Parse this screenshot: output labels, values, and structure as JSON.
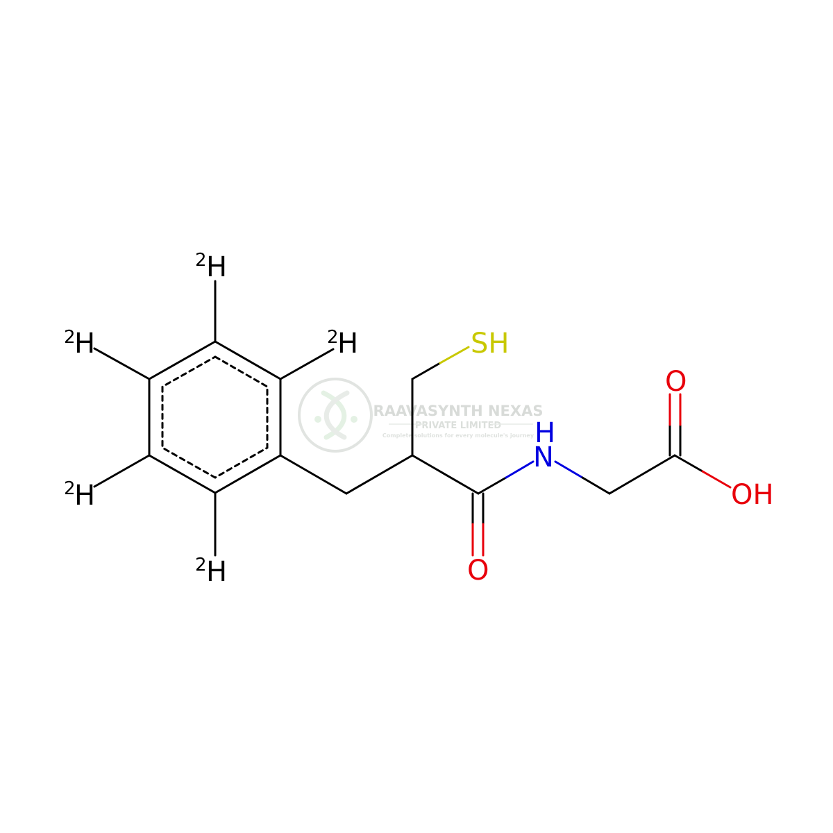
{
  "molecule": {
    "colors": {
      "bond": "#000000",
      "oxygen": "#e8000b",
      "nitrogen": "#0000e0",
      "sulfur": "#c8c800",
      "carbon_label": "#000000"
    },
    "labels": {
      "sh": "SH",
      "nh_n": "N",
      "nh_h": "H",
      "carbonyl_o": "O",
      "acid_o": "O",
      "acid_oh": "OH",
      "deuterium_mass": "2",
      "deuterium_symbol": "H"
    }
  },
  "watermark": {
    "company": "RAAVASYNTH NEXAS",
    "subtitle": "PRIVATE LIMITED",
    "tagline": "Complete solutions for every molecule's journey",
    "logo_icon": "dna-helix-icon",
    "color": "#b8c4b8"
  }
}
